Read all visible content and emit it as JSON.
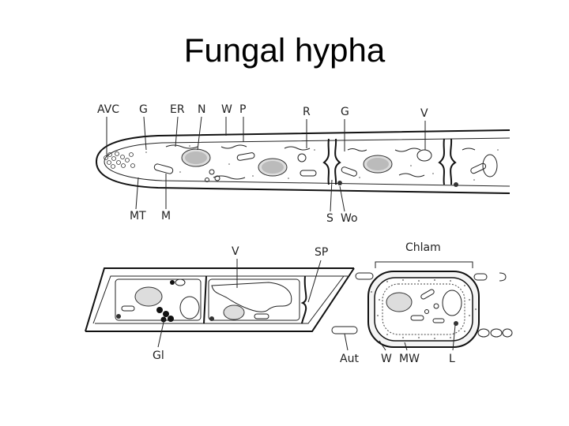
{
  "title": "Fungal hypha",
  "labels": {
    "avc": "AVC",
    "g1": "G",
    "er": "ER",
    "n": "N",
    "w1": "W",
    "p": "P",
    "r": "R",
    "g2": "G",
    "v1": "V",
    "mt": "MT",
    "m": "M",
    "s": "S",
    "wo": "Wo",
    "v2": "V",
    "sp": "SP",
    "chlam": "Chlam",
    "gl": "Gl",
    "aut": "Aut",
    "w2": "W",
    "mw": "MW",
    "l": "L"
  }
}
